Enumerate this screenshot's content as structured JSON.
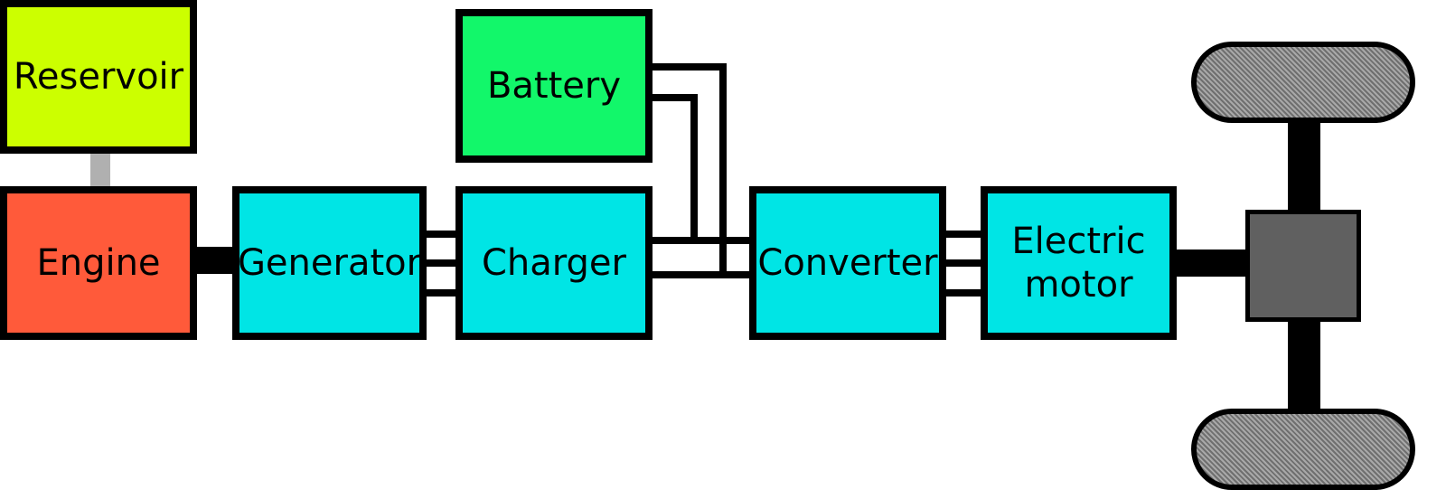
{
  "components": {
    "reservoir": {
      "label": "Reservoir",
      "color": "#ccff00"
    },
    "engine": {
      "label": "Engine",
      "color": "#ff5a3a"
    },
    "generator": {
      "label": "Generator",
      "color": "#00e5e5"
    },
    "charger": {
      "label": "Charger",
      "color": "#00e5e5"
    },
    "battery": {
      "label": "Battery",
      "color": "#12f76a"
    },
    "converter": {
      "label": "Converter",
      "color": "#00e5e5"
    },
    "electric_motor": {
      "label": "Electric\nmotor",
      "color": "#00e5e5"
    }
  },
  "connections": [
    {
      "from": "reservoir",
      "to": "engine",
      "kind": "fuel-line",
      "color": "#b0b0b0"
    },
    {
      "from": "engine",
      "to": "generator",
      "kind": "shaft"
    },
    {
      "from": "generator",
      "to": "charger",
      "kind": "three-phase"
    },
    {
      "from": "charger",
      "to": "converter",
      "kind": "dc-bus"
    },
    {
      "from": "battery",
      "to": "dc-bus",
      "kind": "dc"
    },
    {
      "from": "converter",
      "to": "electric_motor",
      "kind": "three-phase"
    },
    {
      "from": "electric_motor",
      "to": "axle-hub",
      "kind": "shaft"
    }
  ],
  "drivetrain": {
    "wheel_color": "#8a8a8a",
    "hub_color": "#606060"
  }
}
